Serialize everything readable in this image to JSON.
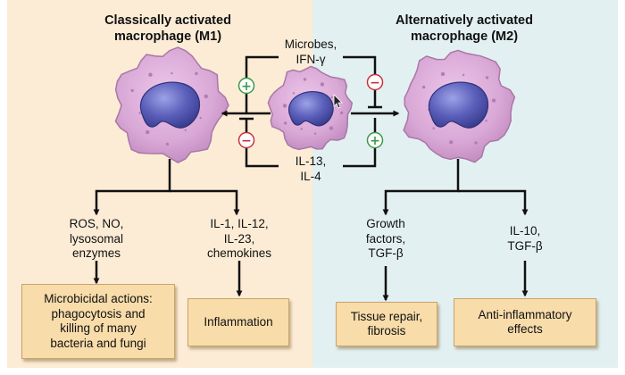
{
  "m1": {
    "title": "Classically activated\nmacrophage (M1)",
    "products_a": "ROS, NO,\nlysosomal\nenzymes",
    "products_b": "IL-1, IL-12,\nIL-23,\nchemokines",
    "effect_a": "Microbicidal actions:\nphagocytosis and\nkilling of many\nbacteria and fungi",
    "effect_b": "Inflammation"
  },
  "m2": {
    "title": "Alternatively activated\nmacrophage (M2)",
    "products_a": "Growth\nfactors,\nTGF-β",
    "products_b": "IL-10,\nTGF-β",
    "effect_a": "Tissue repair,\nfibrosis",
    "effect_b": "Anti-inflammatory\neffects"
  },
  "stimuli": {
    "top": "Microbes,\nIFN-γ",
    "bottom": "IL-13,\nIL-4"
  },
  "signs": {
    "plus": "+",
    "minus": "−"
  },
  "colors": {
    "m1_panel": "#fcecd6",
    "m2_panel": "#e3f0f1",
    "box_fill": "#f8dcaa",
    "plus_sign": "#3a9a4a",
    "minus_sign": "#c8323a",
    "cell_cytoplasm": "#d9a8d6",
    "nucleus": "#4c4fa8"
  }
}
